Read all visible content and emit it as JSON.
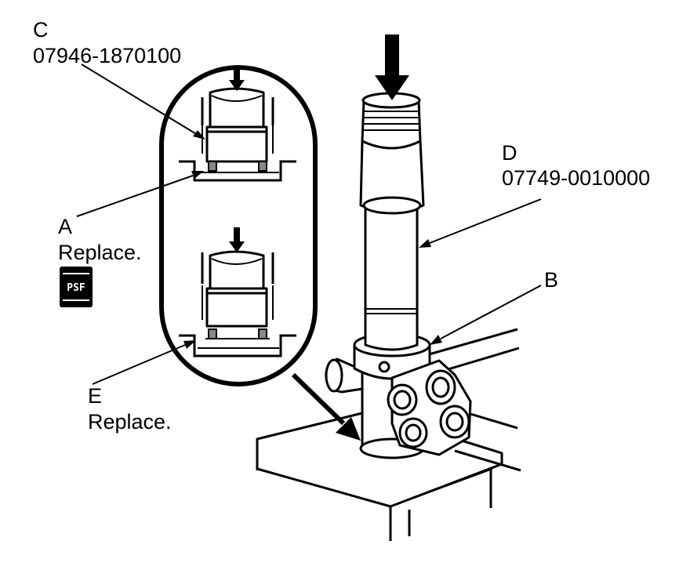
{
  "labels": {
    "c_letter": "C",
    "c_part": "07946-1870100",
    "d_letter": "D",
    "d_part": "07749-0010000",
    "a_letter": "A",
    "a_note": "Replace.",
    "b_letter": "B",
    "e_letter": "E",
    "e_note": "Replace."
  },
  "psf_badge": "PSF",
  "icons": [
    "down-arrow-icon",
    "psf-fluid-icon"
  ]
}
